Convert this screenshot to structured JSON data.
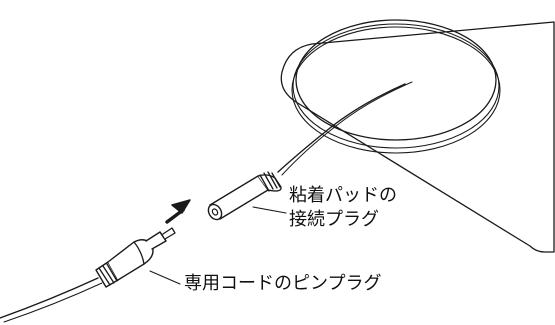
{
  "labels": {
    "pad_plug": [
      "粘着パッドの",
      "接続プラグ"
    ],
    "pin_plug": "専用コードのピンプラグ"
  },
  "colors": {
    "line": "#1a1a1a",
    "background": "#ffffff"
  }
}
